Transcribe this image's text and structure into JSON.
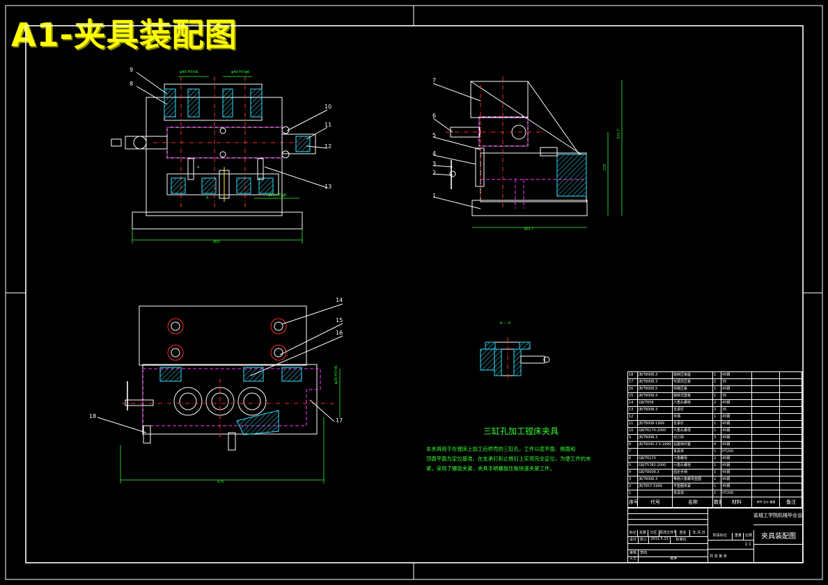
{
  "banner": {
    "title": "A1-夹具装配图"
  },
  "part_callouts": {
    "top_view": [
      "9",
      "8",
      "10",
      "11",
      "12",
      "13"
    ],
    "side_view": [
      "7",
      "6",
      "5",
      "4",
      "3",
      "2",
      "1"
    ],
    "bottom_view": [
      "14",
      "15",
      "16",
      "18",
      "17"
    ]
  },
  "section_label": "A — A",
  "section_marks": [
    "A",
    "A"
  ],
  "drawing_title": "三缸孔加工镗床夹具",
  "description_lines": [
    "本夹具用于在镗床上加工后桥壳的三缸孔，工件以底平面、侧面和",
    "顶面平面为定位基准，在支承钉和止推钉上实现完全定位，为便工件的夹",
    "紧，采用了螺旋夹紧，夹具手柄螺旋压板快速夹紧工件。"
  ],
  "parts_table": {
    "headers": {
      "seq": "序号",
      "code": "代号",
      "name": "名称",
      "qty": "数量",
      "material": "材料",
      "weight": "单件 总计 重量",
      "note": "备注"
    },
    "rows": [
      [
        "18",
        "JB/T8008.3",
        "旋转压板座",
        "1",
        "45钢"
      ],
      [
        "17",
        "JB/T8008.3",
        "可调式压板",
        "2",
        "35"
      ],
      [
        "16",
        "JB/T8008.5",
        "铰链压板",
        "1",
        "45钢"
      ],
      [
        "15",
        "JB/T8008.4",
        "旋转式垫板",
        "1",
        "35"
      ],
      [
        "14",
        "GB/T858",
        "六角头螺栓",
        "2",
        "45钢"
      ],
      [
        "13",
        "JB/T8008.3",
        "支承钉",
        "2",
        "35"
      ],
      [
        "12",
        "",
        "手柄",
        "1",
        "45钢"
      ],
      [
        "11",
        "JB/T8008-1999",
        "支承钉",
        "1",
        "45钢"
      ],
      [
        "10",
        "GB/T6170-2000",
        "六角头螺母",
        "1",
        "45钢"
      ],
      [
        "9",
        "JB/T8008.3",
        "对刀块",
        "3",
        "45钢"
      ],
      [
        "8",
        "JB/T8045.3 5-1999",
        "钻套用衬套",
        "4",
        "45钢"
      ],
      [
        "7",
        "",
        "夹具体",
        "1",
        "HT200"
      ],
      [
        "6",
        "GB/T6170",
        "六角螺母",
        "2",
        "45钢"
      ],
      [
        "5",
        "GB/T5782-2000",
        "六角头螺栓",
        "1",
        "45钢"
      ],
      [
        "4",
        "GB/T8008.3",
        "固定手柄",
        "1",
        "45钢"
      ],
      [
        "3",
        "JB/T8008.3",
        "带肩六角螺母垫圈",
        "1",
        "45钢"
      ],
      [
        "2",
        "JB/T857-1999",
        "平垫圈夹紧",
        "1",
        "45钢"
      ],
      [
        "1",
        "",
        "夹具体",
        "1",
        "HT200"
      ]
    ]
  },
  "title_block": {
    "school": "盐城工学院机械毕业设计说明书",
    "drawing_name": "夹具装配图",
    "sign_row1": [
      "标记",
      "处数",
      "分区",
      "更改文件号",
      "签名",
      "年.月.日"
    ],
    "sign_row2": [
      "设计",
      "张三",
      "2011.5.11",
      "标准化"
    ],
    "sign_row3": [
      "审核",
      "李四"
    ],
    "sign_row4": [
      "工艺",
      "批准"
    ],
    "stage_labels": [
      "阶段标记",
      "重量",
      "比例"
    ],
    "scale": "1:1",
    "sheet_info": "共 张 第 张"
  },
  "dimensions": {
    "top_left": "φ40 H7/n6",
    "top_right": "φ40 H7/g6",
    "top_width": "900",
    "side_height_total": "371.7",
    "side_height_inner": "275",
    "side_width": "303.7",
    "bottom_width": "670",
    "bottom_side": "φ20 H7/n6",
    "bottom_mid": "φ25 H7/g6"
  }
}
